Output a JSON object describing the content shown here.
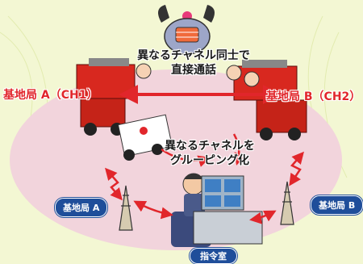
{
  "labels": {
    "direct_line1": "異なるチャネル同士で",
    "direct_line2": "直接通話",
    "base_a_ch": "基地局 A（CH1）",
    "base_b_ch": "基地局 B（CH2）",
    "group_line1": "異なるチャネルを",
    "group_line2": "グルーピング化",
    "base_a_pill": "基地局 A",
    "base_b_pill": "基地局 B",
    "control_room": "指令室"
  },
  "colors": {
    "background": "#f3f7d3",
    "ellipse": "#f2d4dc",
    "accent_red": "#e1262b",
    "pill_blue": "#1f4e9a"
  },
  "icons": [
    "fire-truck-icon",
    "ambulance-icon",
    "radio-tower-icon",
    "operator-icon",
    "monitor-icon",
    "monster-icon"
  ]
}
